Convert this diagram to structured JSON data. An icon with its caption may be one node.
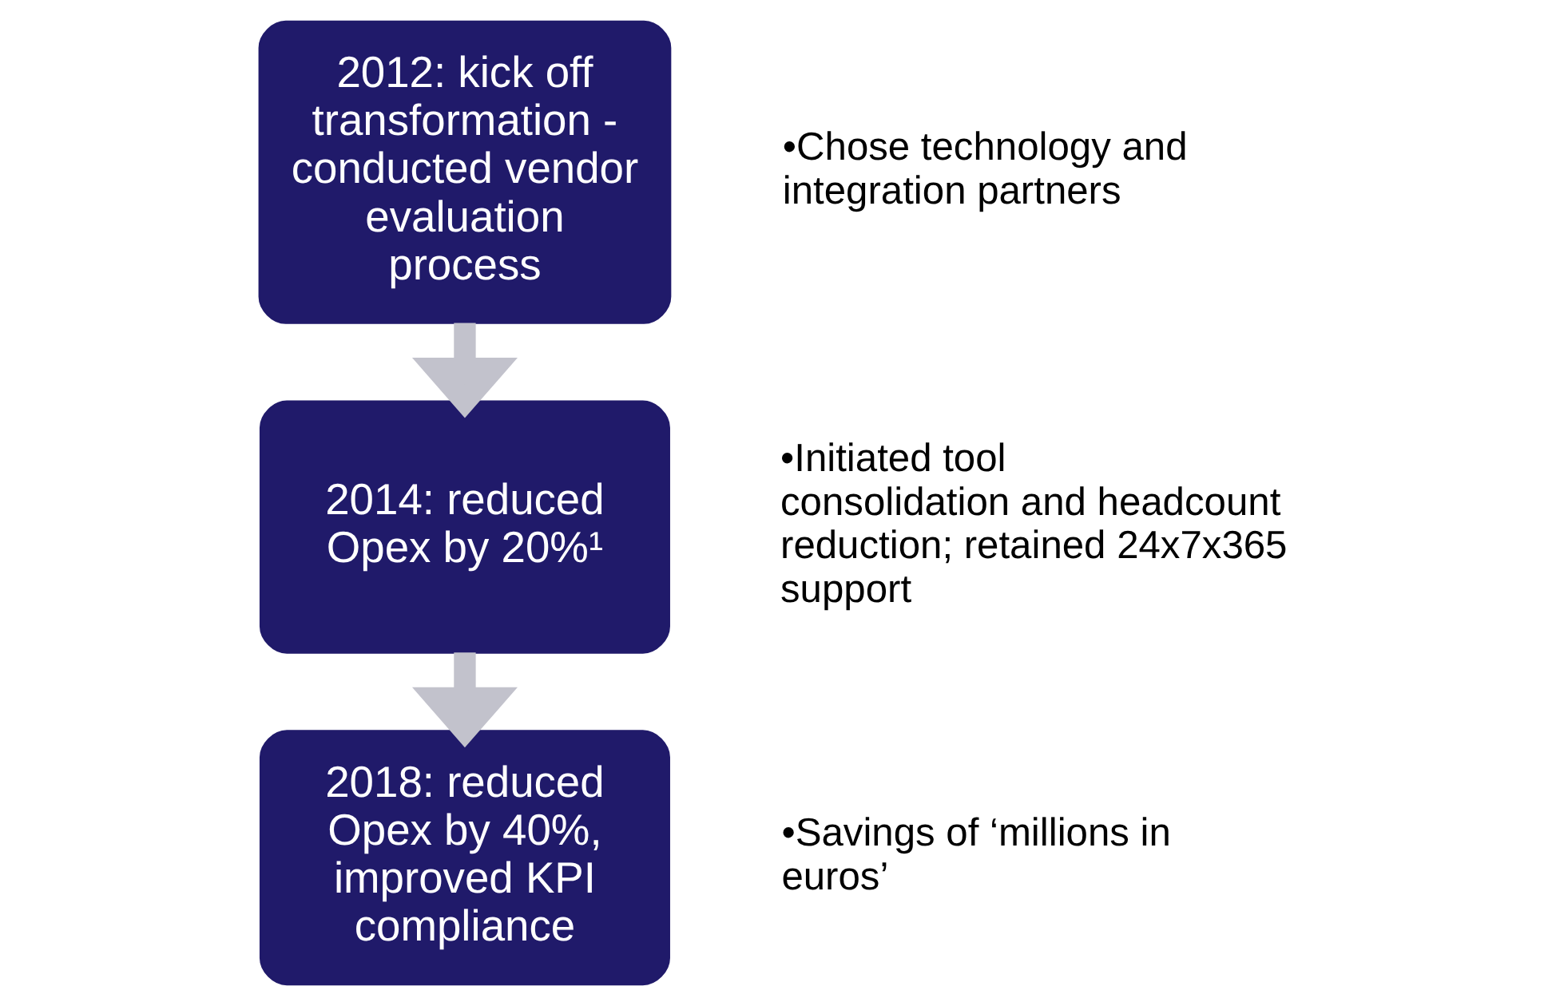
{
  "diagram": {
    "nodes": [
      {
        "text": [
          "2012: kick off transformation - conducted vendor evaluation process"
        ],
        "beside": [
          "•Chose technology and integration partners"
        ]
      },
      {
        "text": [
          "2014: reduced Opex by 20%¹"
        ],
        "beside": [
          "•Initiated tool consolidation and headcount reduction; retained 24x7x365 support"
        ]
      },
      {
        "text": [
          "2018: reduced Opex by 40%, improved KPI compliance"
        ],
        "beside": [
          "•Savings of ‘millions in euros’"
        ]
      }
    ],
    "edges": [
      {
        "from": 0,
        "to": 1,
        "arrow": "to"
      },
      {
        "from": 1,
        "to": 2,
        "arrow": "to"
      }
    ]
  }
}
